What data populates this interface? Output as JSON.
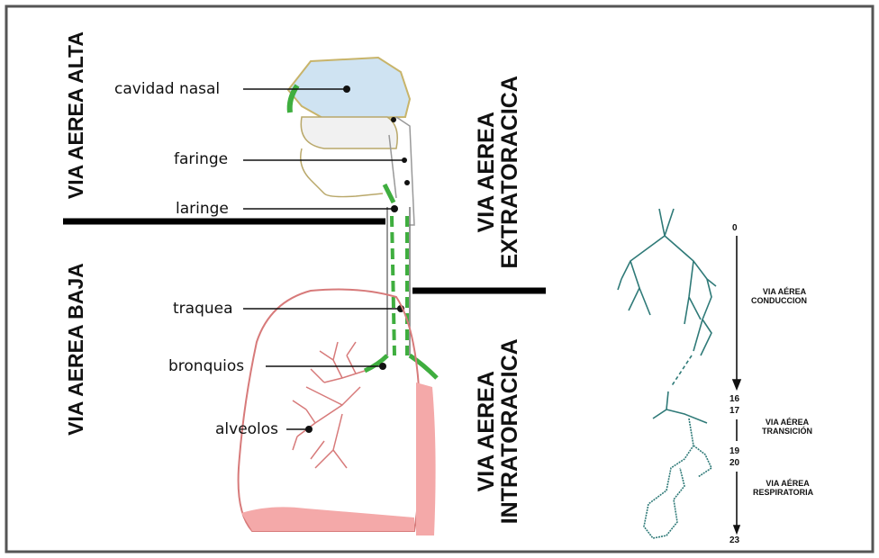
{
  "zones": {
    "upper_airway": "VIA AEREA ALTA",
    "lower_airway": "VIA AEREA BAJA",
    "extrathoracic_line1": "VIA AEREA",
    "extrathoracic_line2": "EXTRATORACICA",
    "intrathoracic_line1": "VIA AEREA",
    "intrathoracic_line2": "INTRATORACICA"
  },
  "anatomy_labels": {
    "nasal_cavity": "cavidad nasal",
    "pharynx": "faringe",
    "larynx": "laringe",
    "trachea": "traquea",
    "bronchi": "bronquios",
    "alveoli": "alveolos"
  },
  "generations": {
    "start": "0",
    "conduction_end": "16",
    "transition_start": "17",
    "transition_end": "19",
    "respiratory_start": "20",
    "end": "23"
  },
  "zone_labels": {
    "conduction_line1": "VIA AÉREA",
    "conduction_line2": "CONDUCCION",
    "transition_line1": "VIA AÉREA",
    "transition_line2": "TRANSICIÓN",
    "respiratory_line1": "VIA AÉREA",
    "respiratory_line2": "RESPIRATORIA"
  },
  "colors": {
    "border": "#555555",
    "divider": "#000000",
    "airway_green": "#3fae3f",
    "lung_outline": "#d77a7a",
    "lung_fill": "#f4a9a9",
    "nasal_fill": "#cfe3f2",
    "tree_color": "#2f7a78"
  }
}
